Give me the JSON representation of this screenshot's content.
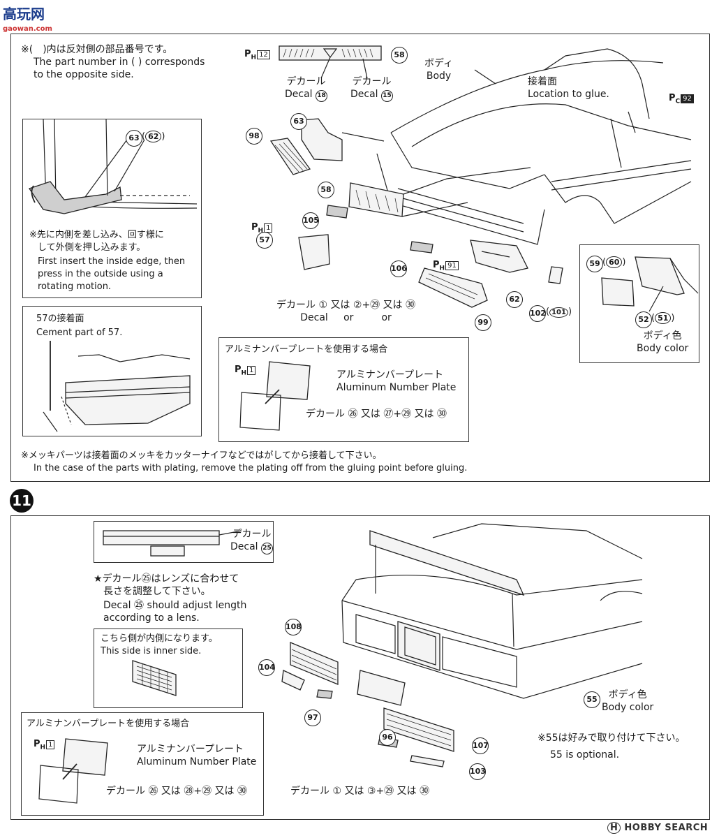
{
  "watermark": {
    "top_left_logo": "高玩网",
    "top_left_sub": "gaowan.com",
    "bottom_right": "HOBBY SEARCH"
  },
  "step_number": "11",
  "section10": {
    "note_jp": "※(　)内は反対側の部品番号です。",
    "note_en1": "The part number in (  ) corresponds",
    "note_en2": "to the opposite side.",
    "inset1": {
      "label": "63 (62)",
      "jp1": "※先に内側を差し込み、回す様に",
      "jp2": "して外側を押し込みます。",
      "en1": "First insert the inside edge, then",
      "en2": "press in the outside using a",
      "en3": "rotating motion."
    },
    "inset2": {
      "jp": "57の接着面",
      "en": "Cement part of 57."
    },
    "decal18": "デカール",
    "decal18_en": "Decal 18",
    "decal15": "デカール",
    "decal15_en": "Decal 15",
    "body_jp": "ボディ",
    "body_en": "Body",
    "glue_jp": "接着面",
    "glue_en": "Location to glue.",
    "ph12": "PH 12",
    "pc92": "PC 92",
    "ph1": "PH 1",
    "ph91": "PH 91",
    "parts": [
      "58",
      "63",
      "98",
      "58",
      "105",
      "57",
      "106",
      "62",
      "99",
      "102",
      "101",
      "59",
      "60",
      "52",
      "51"
    ],
    "decal_jp": "デカール",
    "decal_en": "Decal",
    "decal_opts": "① 又は ②+㉙ 又は ㉚",
    "decal_or": "or",
    "bodycolor_jp": "ボディ色",
    "bodycolor_en": "Body color",
    "alu_title": "アルミナンバープレートを使用する場合",
    "alu_jp": "アルミナンバープレート",
    "alu_en": "Aluminum Number Plate",
    "alu_decal": "デカール ㉖ 又は ㉗+㉙ 又は ㉚",
    "plating_jp": "※メッキパーツは接着面のメッキをカッターナイフなどではがしてから接着して下さい。",
    "plating_en": "In the case of the parts with plating, remove the plating off from the gluing point before gluing."
  },
  "section11": {
    "decal25_jp": "デカール",
    "decal25_en": "Decal",
    "star_jp1": "★デカール㉕はレンズに合わせて",
    "star_jp2": "長さを調整して下さい。",
    "star_en1": "Decal ㉕ should adjust length",
    "star_en2": "according to a lens.",
    "inner_jp": "こちら側が内側になります。",
    "inner_en": "This side is inner side.",
    "parts": [
      "108",
      "104",
      "97",
      "96",
      "107",
      "103",
      "55"
    ],
    "bodycolor_jp": "ボディ色",
    "bodycolor_en": "Body color",
    "optional_jp": "※55は好みで取り付けて下さい。",
    "optional_en": "55 is optional.",
    "alu_title": "アルミナンバープレートを使用する場合",
    "alu_jp": "アルミナンバープレート",
    "alu_en": "Aluminum Number Plate",
    "alu_decal": "デカール ㉖ 又は ㉘+㉙ 又は ㉚",
    "decal_main": "デカール ① 又は ③+㉙ 又は ㉚",
    "ph1": "PH 1"
  }
}
